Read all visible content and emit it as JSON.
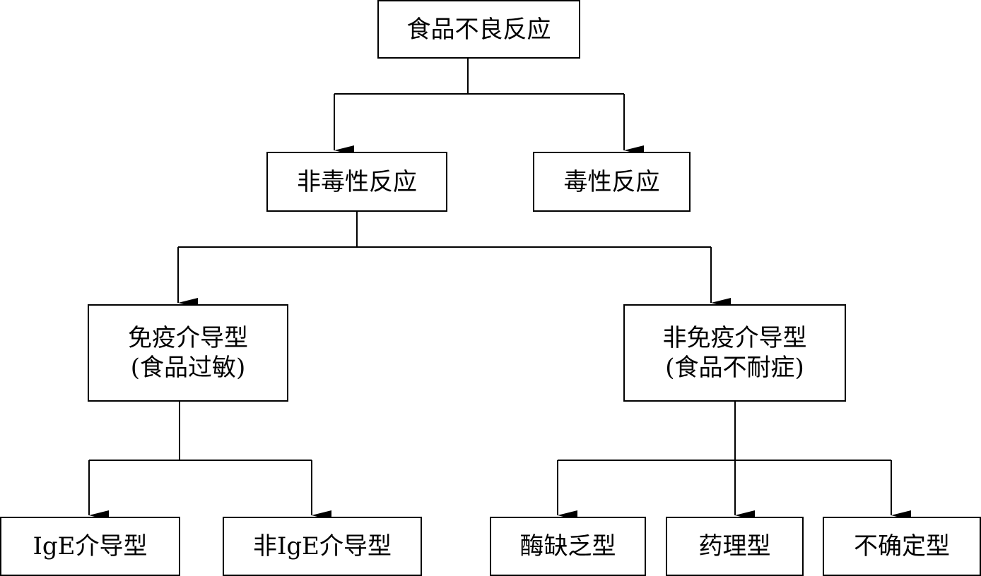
{
  "nodes": {
    "root": "食品不良反应",
    "non_toxic": "非毒性反应",
    "toxic": "毒性反应",
    "immune": {
      "line1": "免疫介导型",
      "line2": "(食品过敏)"
    },
    "non_immune": {
      "line1": "非免疫介导型",
      "line2": "(食品不耐症)"
    },
    "ige": "IgE介导型",
    "non_ige": "非IgE介导型",
    "enzyme": "酶缺乏型",
    "pharmacological": "药理型",
    "undetermined": "不确定型"
  },
  "edges": [
    {
      "from": "root",
      "to": "non_toxic"
    },
    {
      "from": "root",
      "to": "toxic"
    },
    {
      "from": "non_toxic",
      "to": "immune"
    },
    {
      "from": "non_toxic",
      "to": "non_immune"
    },
    {
      "from": "immune",
      "to": "ige"
    },
    {
      "from": "immune",
      "to": "non_ige"
    },
    {
      "from": "non_immune",
      "to": "enzyme"
    },
    {
      "from": "non_immune",
      "to": "pharmacological"
    },
    {
      "from": "non_immune",
      "to": "undetermined"
    }
  ],
  "colors": {
    "line": "#000000",
    "box_border": "#000000",
    "background": "#ffffff"
  }
}
